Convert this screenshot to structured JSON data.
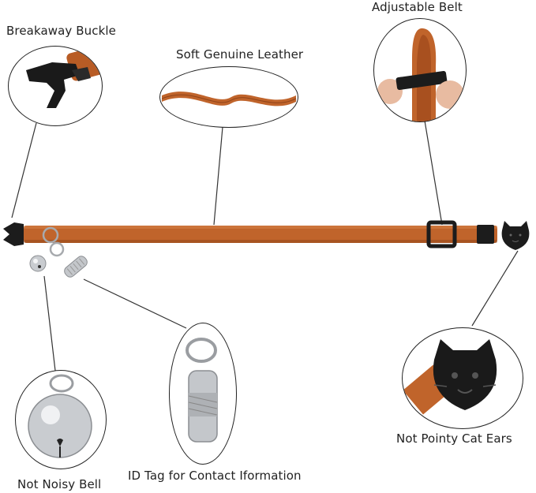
{
  "labels": {
    "breakaway_buckle": "Breakaway Buckle",
    "soft_leather": "Soft Genuine Leather",
    "adjustable_belt": "Adjustable Belt",
    "not_pointy": "Not Pointy Cat Ears",
    "id_tag": "ID Tag for Contact Iformation",
    "not_noisy_bell": "Not Noisy Bell"
  },
  "colors": {
    "leather": "#c0642b",
    "leather_dark": "#8f4318",
    "buckle": "#1c1c1c",
    "metal": "#b9bcc0",
    "line": "#333333"
  }
}
